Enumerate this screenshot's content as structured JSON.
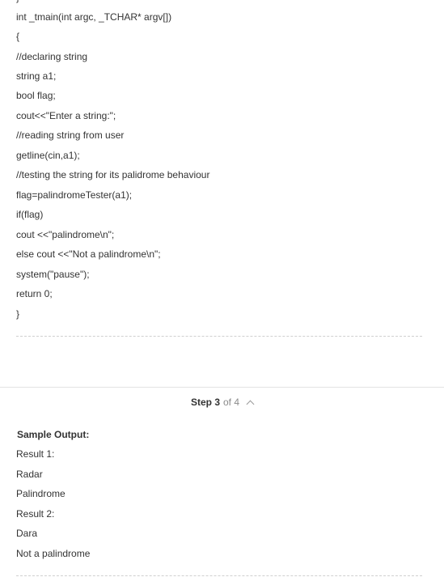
{
  "code": {
    "top_partial": "}",
    "lines": [
      "int _tmain(int argc, _TCHAR* argv[])",
      "{",
      "//declaring string",
      "string a1;",
      "bool flag;",
      "cout<<\"Enter a string:\";",
      "//reading string from user",
      "getline(cin,a1);",
      "//testing the string for its palidrome behaviour",
      "flag=palindromeTester(a1);",
      "if(flag)",
      "cout <<\"palindrome\\n\";",
      "else cout <<\"Not a palindrome\\n\";",
      "system(\"pause\");",
      "return 0;",
      "}"
    ]
  },
  "step": {
    "label": "Step 3",
    "of_text": "of 4",
    "toggle_icon": "chevron-up-icon"
  },
  "output": {
    "title": "Sample Output:",
    "lines": [
      "Result 1:",
      "Radar",
      "Palindrome",
      "Result 2:",
      "Dara",
      "Not a palindrome"
    ]
  }
}
